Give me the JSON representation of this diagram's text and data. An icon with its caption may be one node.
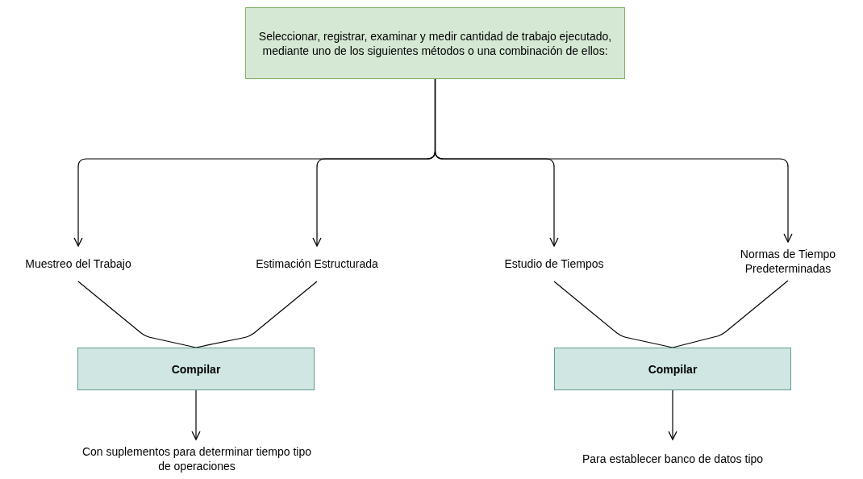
{
  "diagram": {
    "nodes": [
      {
        "text": [
          "Seleccionar, registrar, examinar y medir cantidad de trabajo ejecutado, mediante uno de los siguientes métodos o una combinación  de ellos:"
        ]
      },
      {
        "text": [
          "Muestreo del Trabajo"
        ]
      },
      {
        "text": [
          "Estimación Estructurada"
        ]
      },
      {
        "text": [
          "Estudio de Tiempos"
        ]
      },
      {
        "text": [
          "Normas de Tiempo Predeterminadas"
        ]
      },
      {
        "text": [
          "Compilar"
        ]
      },
      {
        "text": [
          "Compilar"
        ]
      },
      {
        "text": [
          "Con suplementos para determinar tiempo tipo de operaciones"
        ]
      },
      {
        "text": [
          "Para establecer banco de datos tipo"
        ]
      }
    ],
    "edges": [
      {
        "from": 0,
        "to": 1,
        "arrow": "to"
      },
      {
        "from": 0,
        "to": 2,
        "arrow": "to"
      },
      {
        "from": 0,
        "to": 3,
        "arrow": "to"
      },
      {
        "from": 0,
        "to": 4,
        "arrow": "to"
      },
      {
        "from": 1,
        "to": 5,
        "arrow": "none"
      },
      {
        "from": 2,
        "to": 5,
        "arrow": "none"
      },
      {
        "from": 3,
        "to": 6,
        "arrow": "none"
      },
      {
        "from": 4,
        "to": 6,
        "arrow": "none"
      },
      {
        "from": 5,
        "to": 7,
        "arrow": "to"
      },
      {
        "from": 6,
        "to": 8,
        "arrow": "to"
      }
    ]
  }
}
